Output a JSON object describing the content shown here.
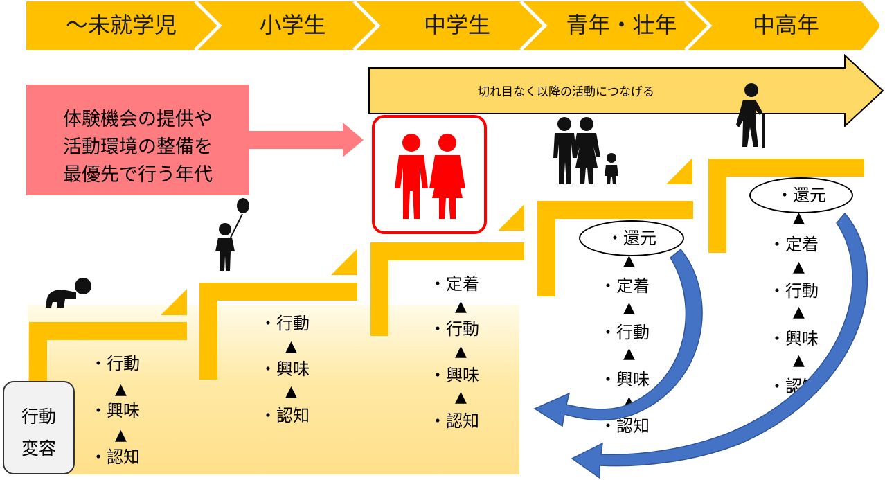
{
  "stages": [
    "〜未就学児",
    "小学生",
    "中学生",
    "青年・壮年",
    "中高年"
  ],
  "top_arrow_text": "切れ目なく以降の活動につなげる",
  "pink_box_lines": [
    "体験機会の提供や",
    "活動環境の整備を",
    "最優先で行う年代"
  ],
  "behavior_box_lines": [
    "行動",
    "変容"
  ],
  "steps": {
    "s1": [
      "・行動",
      "・興味",
      "・認知"
    ],
    "s2": [
      "・行動",
      "・興味",
      "・認知"
    ],
    "s3": [
      "・定着",
      "・行動",
      "・興味",
      "・認知"
    ],
    "s4": [
      "・還元",
      "・定着",
      "・行動",
      "・興味",
      "・認知"
    ],
    "s5": [
      "・還元",
      "・定着",
      "・行動",
      "・興味",
      "・認知"
    ]
  },
  "triangle": "▲",
  "colors": {
    "stage_band": "#FFC000",
    "step_line": "#FFC000",
    "top_arrow_fill": "#FFD966",
    "pink_box": "#FF7C80",
    "highlight": "#FF0000",
    "cycle_arrow": "#2F5597"
  },
  "icons": [
    "baby-crawling-icon",
    "child-with-balloon-icon",
    "couple-icon",
    "family-icon",
    "elderly-with-cane-icon"
  ]
}
